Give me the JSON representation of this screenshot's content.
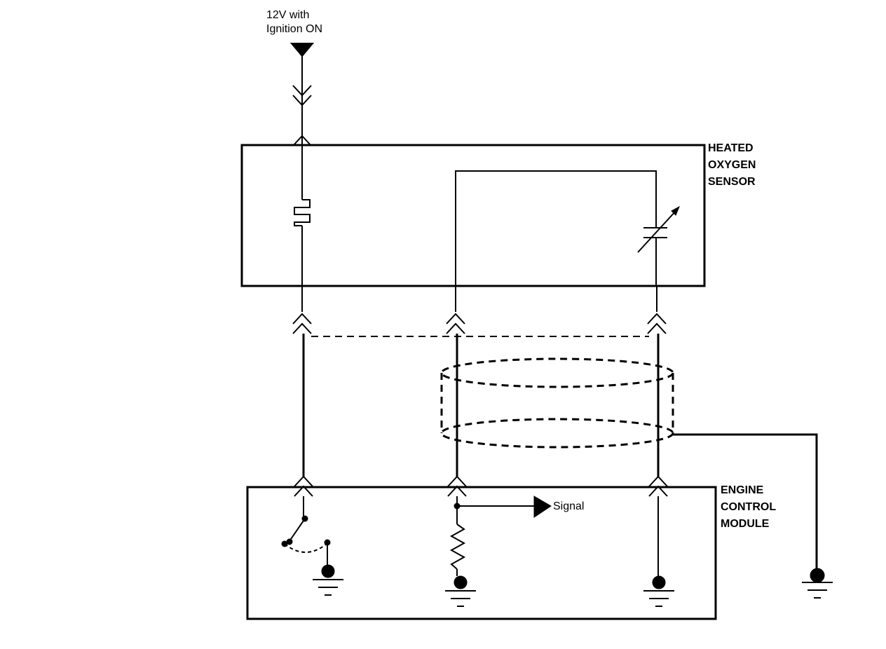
{
  "supply": {
    "line1": "12V with",
    "line2": "Ignition ON"
  },
  "sensor_block": {
    "line1": "HEATED",
    "line2": "OXYGEN",
    "line3": "SENSOR"
  },
  "ecm_block": {
    "line1": "ENGINE",
    "line2": "CONTROL",
    "line3": "MODULE"
  },
  "signal_label": "Signal",
  "colors": {
    "ink": "#000000",
    "paper": "#ffffff"
  }
}
